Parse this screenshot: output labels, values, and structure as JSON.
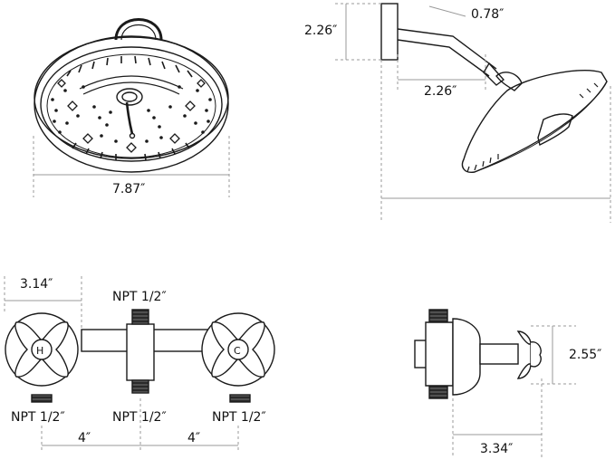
{
  "dimensions": {
    "showerhead_diameter": "7.87″",
    "flange_height": "2.26″",
    "arm_tip_drop": "0.78″",
    "arm_reach": "2.26″",
    "handle_radius": "3.14″",
    "valve_spacing_left": "4″",
    "valve_spacing_right": "4″",
    "valve_side_height": "2.55″",
    "valve_side_depth": "3.34″"
  },
  "connections": {
    "top": "NPT 1/2″",
    "bottom_left": "NPT 1/2″",
    "bottom_center": "NPT 1/2″",
    "bottom_right": "NPT 1/2″"
  },
  "handles": {
    "hot": "H",
    "cold": "C"
  },
  "colors": {
    "line": "#1a1a1a",
    "dim_line": "#888888",
    "thread": "#333333"
  }
}
